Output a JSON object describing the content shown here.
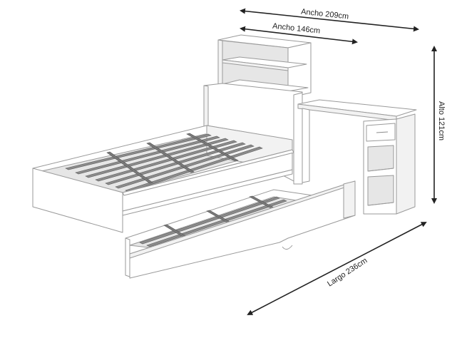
{
  "dimensions": {
    "total_width_label": "Ancho 209cm",
    "bed_width_label": "Ancho 146cm",
    "height_label": "Alto 121cm",
    "length_label": "Largo 236cm"
  }
}
